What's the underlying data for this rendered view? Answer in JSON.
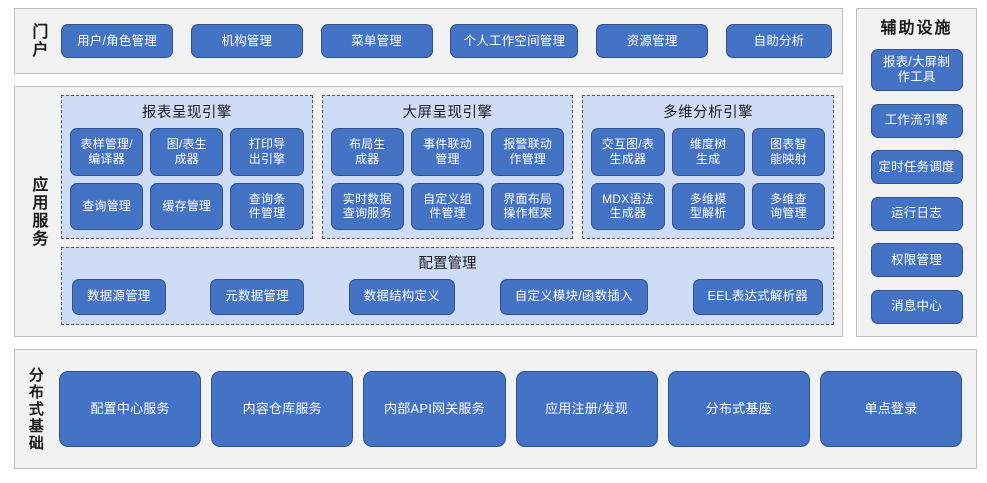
{
  "theme": {
    "pill_fill": "#4472c4",
    "pill_border": "#2f528f",
    "pill_text": "#ffffff",
    "section_fill": "#f2f2f2",
    "section_border": "#bfbfbf",
    "engine_panel_fill": "#cfdcf5",
    "engine_panel_border": "#5a5a5a",
    "page_background": "#ffffff"
  },
  "portal": {
    "label": "门户",
    "items": [
      {
        "label": "用户/角色管理"
      },
      {
        "label": "机构管理"
      },
      {
        "label": "菜单管理"
      },
      {
        "label": "个人工作空间管理"
      },
      {
        "label": "资源管理"
      },
      {
        "label": "自助分析"
      }
    ]
  },
  "aux": {
    "title": "辅助设施",
    "items": [
      {
        "label": "报表/大屏制\n作工具"
      },
      {
        "label": "工作流引擎"
      },
      {
        "label": "定时任务调度"
      },
      {
        "label": "运行日志"
      },
      {
        "label": "权限管理"
      },
      {
        "label": "消息中心"
      }
    ]
  },
  "app_service": {
    "label": "应用服务",
    "engines": [
      {
        "title": "报表呈现引擎",
        "items": [
          {
            "label": "表样管理/\n编译器"
          },
          {
            "label": "图/表生\n成器"
          },
          {
            "label": "打印导\n出引擎"
          },
          {
            "label": "查询管理"
          },
          {
            "label": "缓存管理"
          },
          {
            "label": "查询条\n件管理"
          }
        ]
      },
      {
        "title": "大屏呈现引擎",
        "items": [
          {
            "label": "布局生\n成器"
          },
          {
            "label": "事件联动\n管理"
          },
          {
            "label": "报警联动\n作管理"
          },
          {
            "label": "实时数据\n查询服务"
          },
          {
            "label": "自定义组\n件管理"
          },
          {
            "label": "界面布局\n操作框架"
          }
        ]
      },
      {
        "title": "多维分析引擎",
        "items": [
          {
            "label": "交互图/表\n生成器"
          },
          {
            "label": "维度树\n生成"
          },
          {
            "label": "图表智\n能映射"
          },
          {
            "label": "MDX语法\n生成器"
          },
          {
            "label": "多维模\n型解析"
          },
          {
            "label": "多维查\n询管理"
          }
        ]
      }
    ],
    "config": {
      "title": "配置管理",
      "items": [
        {
          "label": "数据源管理"
        },
        {
          "label": "元数据管理"
        },
        {
          "label": "数据结构定义"
        },
        {
          "label": "自定义模块/函数插入"
        },
        {
          "label": "EEL表达式解析器"
        }
      ]
    }
  },
  "distributed": {
    "label": "分布式基础",
    "items": [
      {
        "label": "配置中心服务"
      },
      {
        "label": "内容仓库服务"
      },
      {
        "label": "内部API网关服务"
      },
      {
        "label": "应用注册/发现"
      },
      {
        "label": "分布式基座"
      },
      {
        "label": "单点登录"
      }
    ]
  }
}
